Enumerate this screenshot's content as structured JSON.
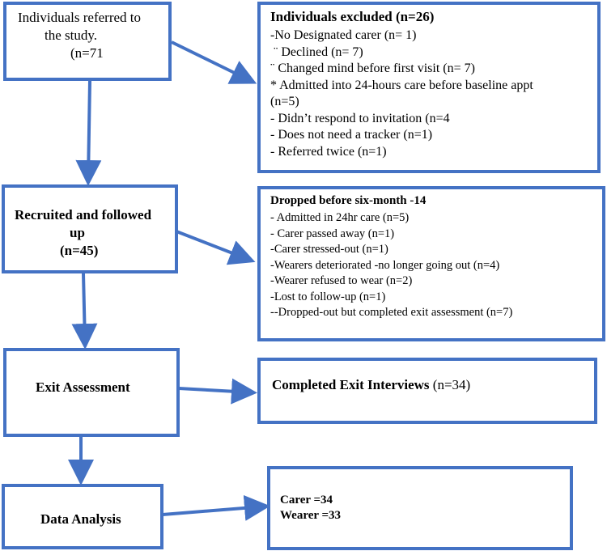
{
  "referred": {
    "line1": "Individuals referred to",
    "line2": "the study.",
    "line3": "(n=71"
  },
  "excluded": {
    "heading": "Individuals excluded (n=26)",
    "items": [
      "-No Designated carer (n= 1)",
      "¨   Declined (n= 7)",
      "¨ Changed mind before first visit (n= 7)",
      "*  Admitted into 24-hours care before baseline appt",
      "(n=5)",
      "- Didn’t respond to invitation (n=4",
      "- Does not need a tracker (n=1)",
      "- Referred twice (n=1)"
    ]
  },
  "recruited": {
    "line1": "Recruited and followed",
    "line2": "up",
    "line3": "(n=45)"
  },
  "dropped": {
    "heading": "Dropped before six-month -14",
    "items": [
      " - Admitted in 24hr care (n=5)",
      "- Carer passed away (n=1)",
      "-Carer stressed-out (n=1)",
      "-Wearers deteriorated -no longer going out (n=4)",
      "-Wearer refused to wear (n=2)",
      "-Lost to follow-up (n=1)",
      "--Dropped-out but completed exit assessment (n=7)"
    ]
  },
  "exit": {
    "label": "Exit Assessment"
  },
  "completed": {
    "bold": "Completed Exit Interviews",
    "count": " (n=34)"
  },
  "analysis": {
    "label": "Data Analysis"
  },
  "result": {
    "carer": "Carer =34",
    "wearer": "Wearer =33"
  },
  "colors": {
    "box_border": "#4472c4",
    "arrow": "#4472c4"
  }
}
